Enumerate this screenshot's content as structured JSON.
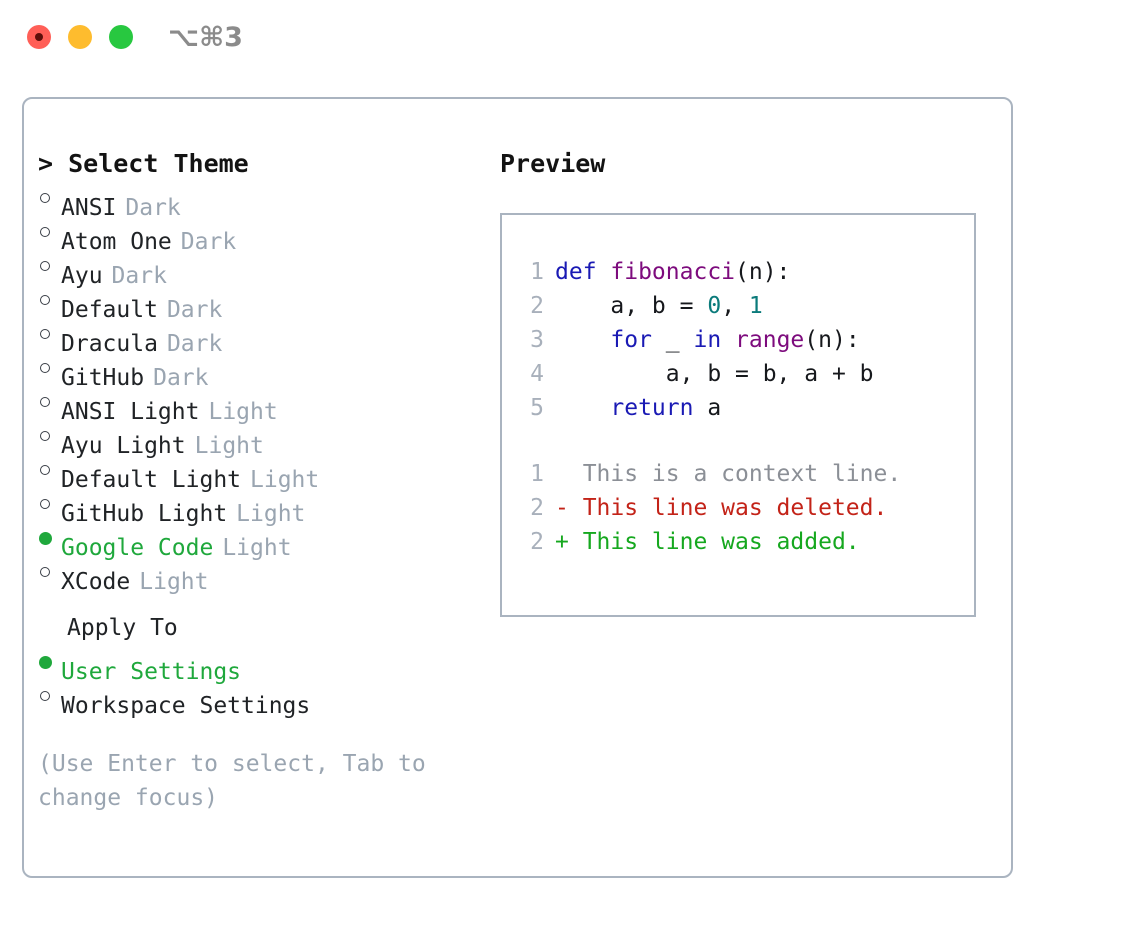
{
  "window": {
    "shortcut": "⌥⌘3",
    "traffic_lights": [
      "close",
      "minimize",
      "zoom"
    ]
  },
  "theme_picker": {
    "header": "> Select Theme",
    "options": [
      {
        "name": "ANSI",
        "kind": "Dark",
        "selected": false
      },
      {
        "name": "Atom One",
        "kind": "Dark",
        "selected": false
      },
      {
        "name": "Ayu",
        "kind": "Dark",
        "selected": false
      },
      {
        "name": "Default",
        "kind": "Dark",
        "selected": false
      },
      {
        "name": "Dracula",
        "kind": "Dark",
        "selected": false
      },
      {
        "name": "GitHub",
        "kind": "Dark",
        "selected": false
      },
      {
        "name": "ANSI Light",
        "kind": "Light",
        "selected": false
      },
      {
        "name": "Ayu Light",
        "kind": "Light",
        "selected": false
      },
      {
        "name": "Default Light",
        "kind": "Light",
        "selected": false
      },
      {
        "name": "GitHub Light",
        "kind": "Light",
        "selected": false
      },
      {
        "name": "Google Code",
        "kind": "Light",
        "selected": true
      },
      {
        "name": "XCode",
        "kind": "Light",
        "selected": false
      }
    ]
  },
  "apply_to": {
    "label": "Apply To",
    "options": [
      {
        "name": "User Settings",
        "selected": true
      },
      {
        "name": "Workspace Settings",
        "selected": false
      }
    ]
  },
  "hint": "(Use Enter to select, Tab to change focus)",
  "preview": {
    "title": "Preview",
    "code_lines": [
      {
        "number": "1",
        "tokens": [
          {
            "text": "def ",
            "type": "kw"
          },
          {
            "text": "fibonacci",
            "type": "fn"
          },
          {
            "text": "(n):",
            "type": "id"
          }
        ]
      },
      {
        "number": "2",
        "tokens": [
          {
            "text": "    a, b = ",
            "type": "id"
          },
          {
            "text": "0",
            "type": "num"
          },
          {
            "text": ", ",
            "type": "id"
          },
          {
            "text": "1",
            "type": "num"
          }
        ]
      },
      {
        "number": "3",
        "tokens": [
          {
            "text": "    ",
            "type": "id"
          },
          {
            "text": "for",
            "type": "kw"
          },
          {
            "text": " _ ",
            "type": "id"
          },
          {
            "text": "in",
            "type": "kw"
          },
          {
            "text": " ",
            "type": "id"
          },
          {
            "text": "range",
            "type": "fn"
          },
          {
            "text": "(n):",
            "type": "id"
          }
        ]
      },
      {
        "number": "4",
        "tokens": [
          {
            "text": "        a, b = b, a + b",
            "type": "id"
          }
        ]
      },
      {
        "number": "5",
        "tokens": [
          {
            "text": "    ",
            "type": "id"
          },
          {
            "text": "return",
            "type": "kw"
          },
          {
            "text": " a",
            "type": "id"
          }
        ]
      }
    ],
    "diff_lines": [
      {
        "number": "1",
        "marker": "  ",
        "text": "This is a context line.",
        "type": "ctx"
      },
      {
        "number": "2",
        "marker": "- ",
        "text": "This line was deleted.",
        "type": "del"
      },
      {
        "number": "2",
        "marker": "+ ",
        "text": "This line was added.",
        "type": "add"
      }
    ]
  },
  "colors": {
    "accent_green": "#1fa83c",
    "muted": "#9aa5b1",
    "border": "#aab4c0",
    "keyword": "#1a1ab4",
    "function": "#7d0b7d",
    "number": "#0b7b7b",
    "diff_delete": "#c32318",
    "diff_add": "#16a81f",
    "line_number": "#a8b0bb",
    "traffic_red": "#ff5f57",
    "traffic_yellow": "#febc2e",
    "traffic_green": "#28c840"
  }
}
